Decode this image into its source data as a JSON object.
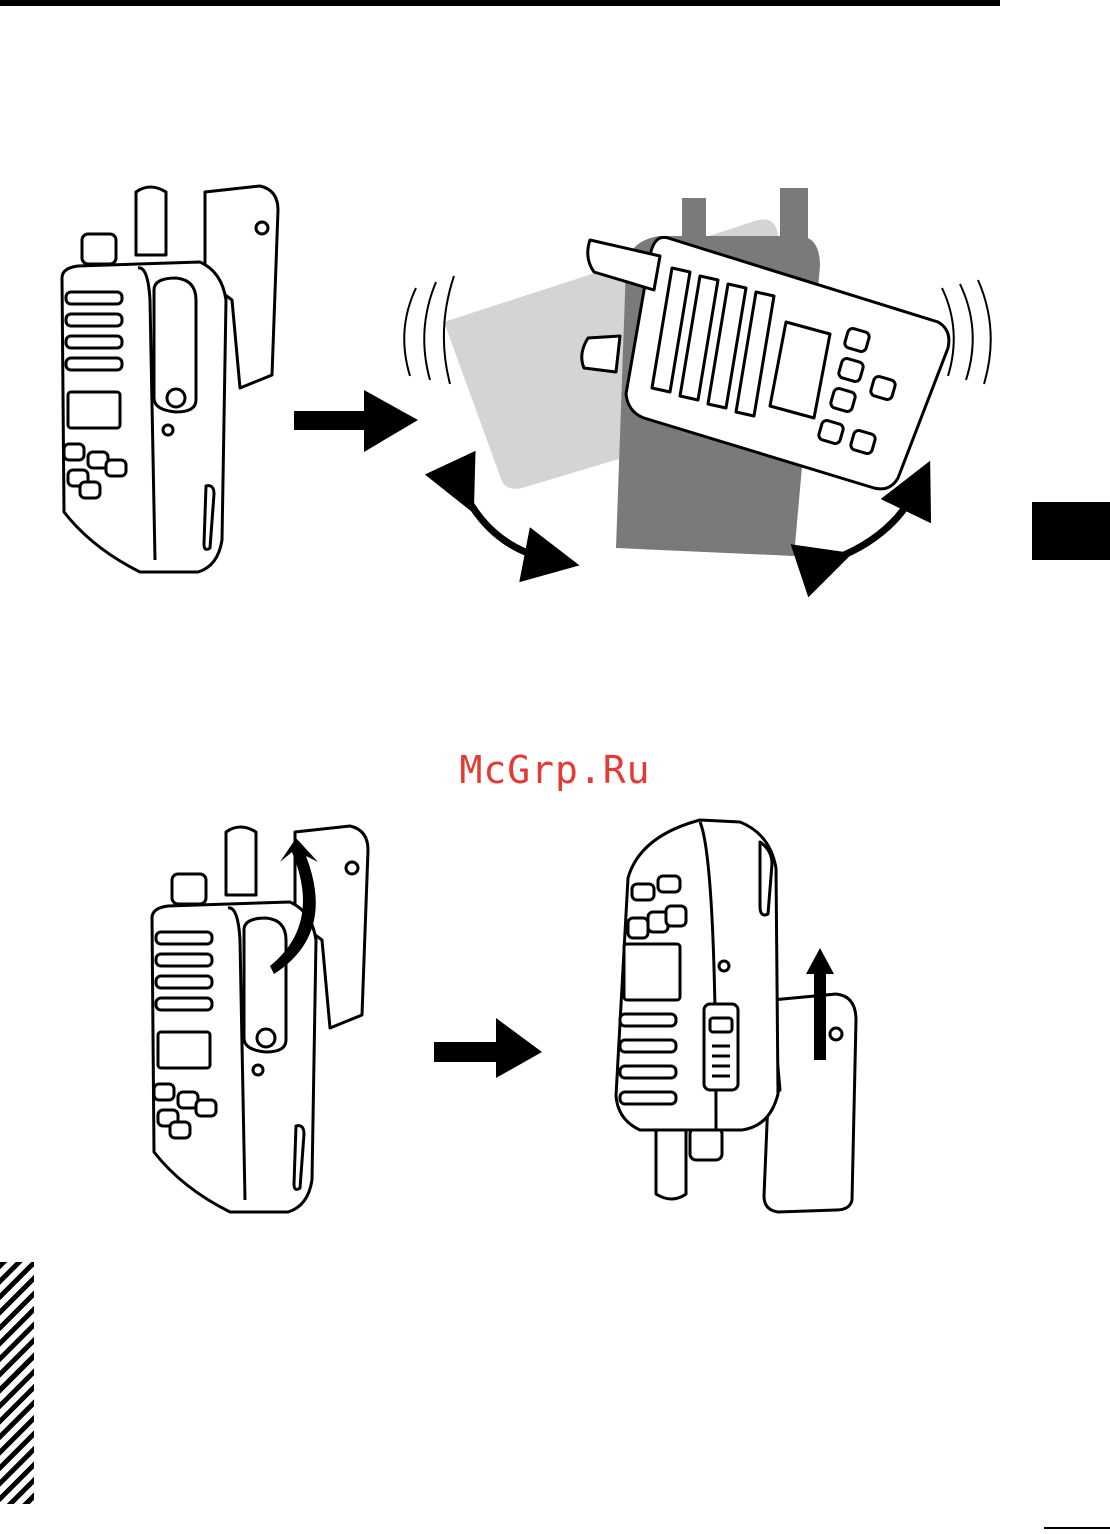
{
  "watermark": {
    "text": "McGrp.Ru",
    "color": "#e53935"
  },
  "colors": {
    "ink": "#000000",
    "shadow_light": "#d4d4d4",
    "shadow_dark": "#7a7a7a",
    "paper": "#ffffff"
  },
  "icons": [
    "radio-with-clip-front",
    "radio-rotated",
    "arrow-right",
    "curved-arrow",
    "clip-release-arrow",
    "radio-back-with-clip"
  ]
}
